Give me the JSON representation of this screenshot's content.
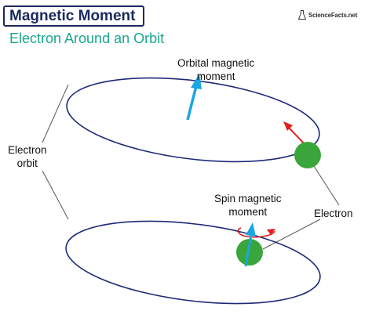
{
  "header": {
    "title": "Magnetic Moment",
    "subtitle": "Electron Around an Orbit",
    "logo_text": "ScienceFacts.net"
  },
  "labels": {
    "orbital_line1": "Orbital magnetic",
    "orbital_line2": "moment",
    "orbit_line1": "Electron",
    "orbit_line2": "orbit",
    "spin_line1": "Spin magnetic",
    "spin_line2": "moment",
    "electron": "Electron"
  },
  "colors": {
    "orbit": "#1e2a78",
    "electron": "#3aa53a",
    "orbital_arrow": "#1aa6e0",
    "motion_arrow": "#e21f1f",
    "title": "#1a2a5c",
    "subtitle": "#1aa88f"
  }
}
